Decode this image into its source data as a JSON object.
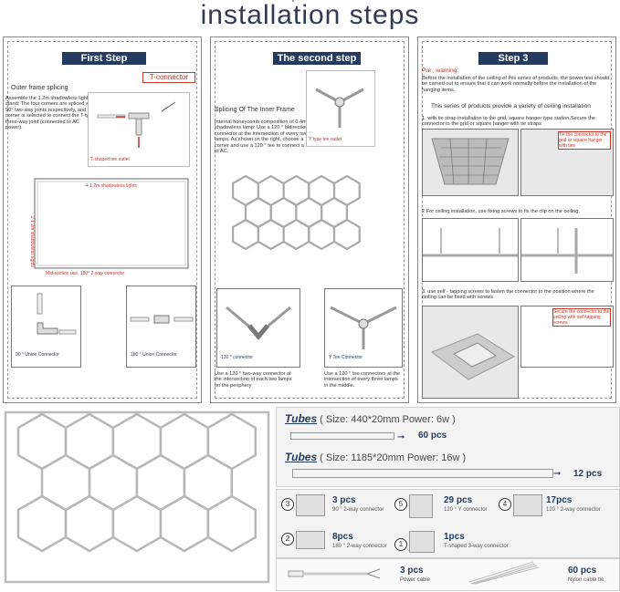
{
  "title": "installation steps",
  "step1": {
    "header": "First Step",
    "tconnector": "T-connector",
    "heading": "Outer frame splicing",
    "para": "Assemble the 1.2m shadowless light stand: The four corners are spliced with 90° two-way joints respectively, and one corner is selected to connect the T-type three-way joint (connected to AC power).",
    "tee_outlet": "T-shaped tee outlet",
    "top_label": "4  1.2m shadowless lights",
    "side_label": "2  1.2m shadowless lights",
    "mid_label": "Mid-section use, 180° 2-way connector",
    "union90": "90 ° Union Connector",
    "union180": "180 ° Union Connector"
  },
  "step2": {
    "header": "The second step",
    "heading": "Splicing Of The Inner Frame",
    "para": "Internal honeycomb composition of 0.4m shadowless lamp: Use a 120 ° bidirectional connector at the intersection of every two lamps. As shown on the right, choose a corner and use a 120 ° tee to connect a line to AC.",
    "y_outlet": "Y type tee outlet",
    "c120": "120 ° connector",
    "ytee": "Y Tee Connector",
    "cap_left": "Use a 120 ° two-way connector at the intersection of each two lamps on the periphery",
    "cap_right": "Use a 120 ° tee connectors at the intersection of every three lamps in the middle."
  },
  "step3": {
    "header": "Step 3",
    "warning": "Pre , warning:",
    "warn_text": "Before the installation of the ceiling of this series of products, the power test should be carried out to ensure that it can work normally before the installation of the hanging items.",
    "provides": "This series of products provide a variety of ceiling installation",
    "one": "1. with tie strap installation to the grid, square hanger type station.Secure the connector to the grid or square hanger with tie straps",
    "tie_note": "Tie the connector to the grid or square hanger with ties",
    "two": "2.For ceiling installation, use fixing screws to fix the clip on the ceiling.",
    "three": "3. use self - tapping screws to fasten the connector to the position where the ceiling can be fixed with screws",
    "secure_note": "Secure the connector to the ceiling with self-tapping screws"
  },
  "tubes": {
    "t1_name": "Tubes",
    "t1_spec": " ( Size: 440*20mm Power: 6w )",
    "t1_pcs": "60 pcs",
    "t2_name": "Tubes",
    "t2_spec": " ( Size: 1185*20mm Power: 16w )",
    "t2_pcs": "12 pcs"
  },
  "connectors": {
    "c3_num": "3",
    "c3_pcs": "3 pcs",
    "c3_cap": "90 ° 2-way connector",
    "c5_num": "5",
    "c5_pcs": "29 pcs",
    "c5_cap": "120 ° Y connector",
    "c4_num": "4",
    "c4_pcs": "17pcs",
    "c4_cap": "120 ° 2-way connector",
    "c2_num": "2",
    "c2_pcs": "8pcs",
    "c2_cap": "180 ° 2-way connector",
    "c1_num": "1",
    "c1_pcs": "1pcs",
    "c1_cap": "T-shaped 3-way connector"
  },
  "extras": {
    "cable_pcs": "3 pcs",
    "cable_cap": "Power cable",
    "tie_pcs": "60 pcs",
    "tie_cap": "Nylon cable tie"
  },
  "colors": {
    "navy": "#243a5e",
    "red": "#c0392b"
  }
}
